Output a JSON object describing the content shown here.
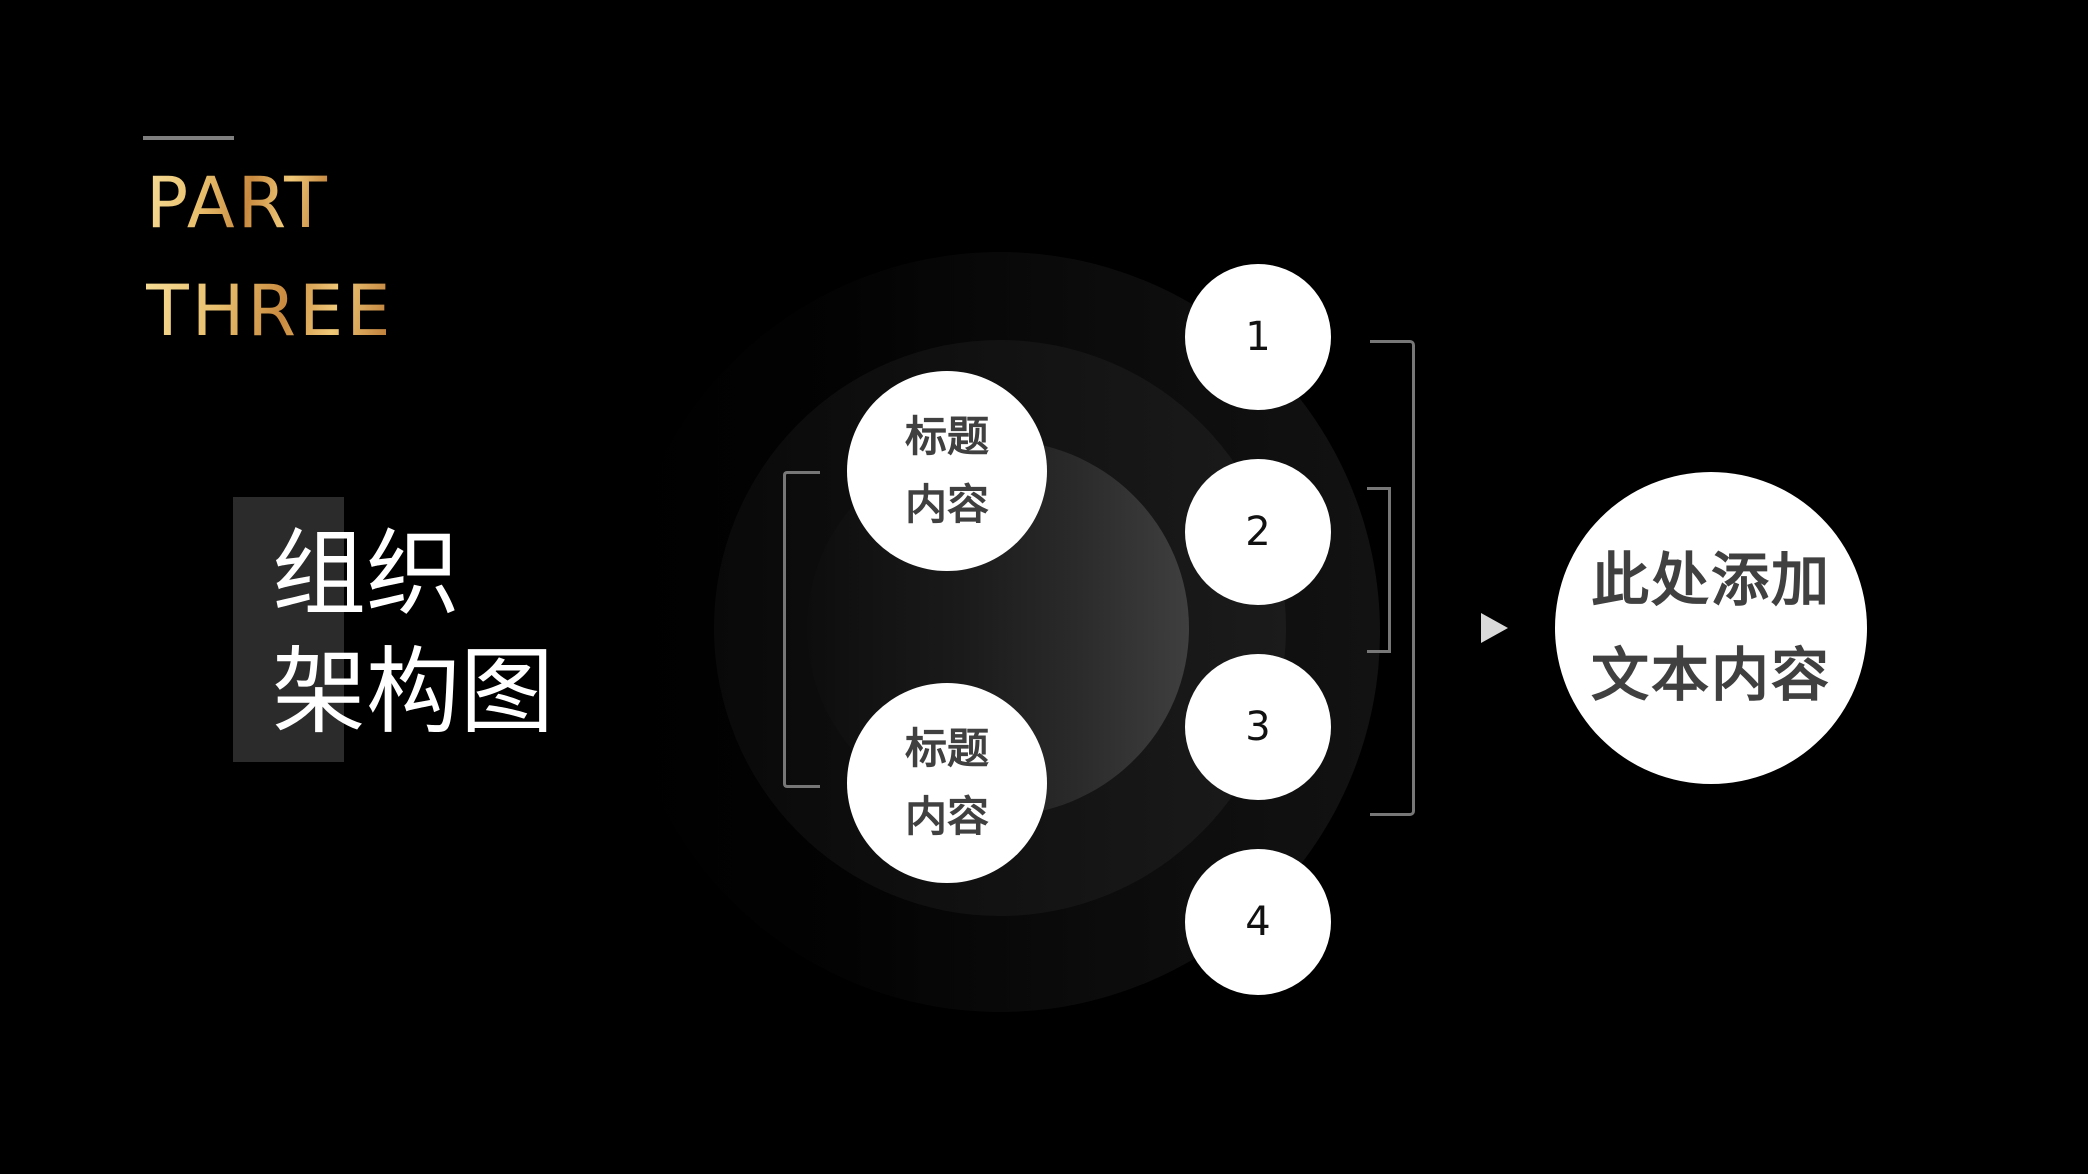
{
  "header": {
    "part_line1": "PART",
    "part_line2": "THREE"
  },
  "title": {
    "line1": "组织",
    "line2": "架构图"
  },
  "diagram": {
    "topics": [
      {
        "line1": "标题",
        "line2": "内容"
      },
      {
        "line1": "标题",
        "line2": "内容"
      }
    ],
    "numbers": [
      "1",
      "2",
      "3",
      "4"
    ],
    "summary": {
      "line1": "此处添加",
      "line2": "文本内容"
    },
    "arrow_icon": "triangle-right-icon"
  },
  "colors": {
    "background": "#000000",
    "gold_light": "#f6dc95",
    "gold_dark": "#c98a3f",
    "title_block": "#2b2b2b",
    "bracket": "#777777",
    "circle_text": "#404040",
    "number_text": "#111111",
    "rule": "#7f7f7f"
  }
}
